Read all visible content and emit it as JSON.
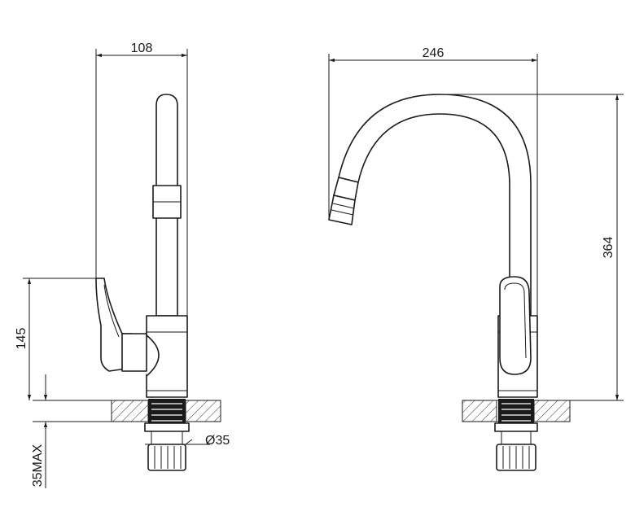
{
  "dimensions": {
    "side_width": "108",
    "front_width": "246",
    "front_height": "364",
    "lever_height": "145",
    "thread_diameter": "Ø35",
    "countertop_max": "35MAX"
  }
}
